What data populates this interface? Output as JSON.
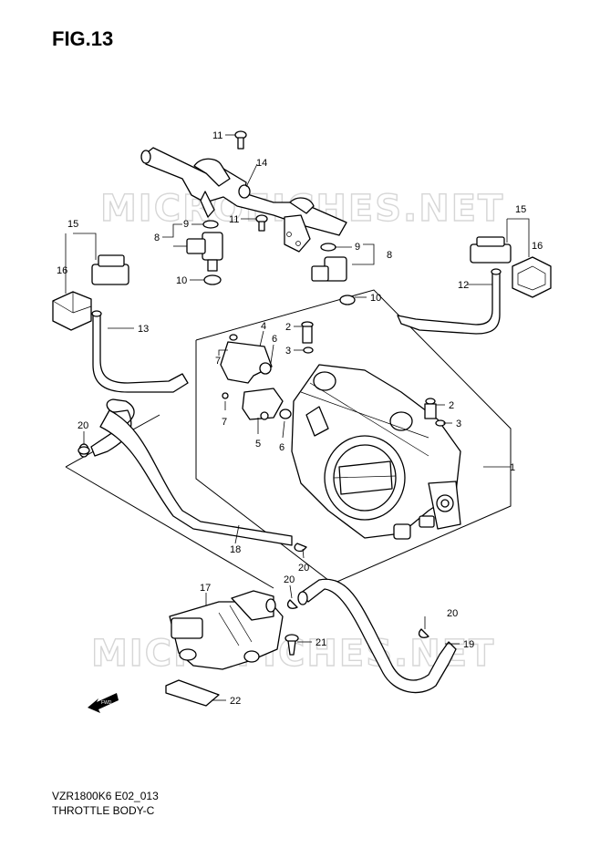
{
  "figure": {
    "title": "FIG.13",
    "code": "VZR1800K6 E02_013",
    "name": "THROTTLE BODY-C"
  },
  "watermark": {
    "text": "MICROFICHES.NET"
  },
  "callouts": [
    {
      "id": "c11a",
      "text": "11"
    },
    {
      "id": "c14",
      "text": "14"
    },
    {
      "id": "c11b",
      "text": "11"
    },
    {
      "id": "c9a",
      "text": "9"
    },
    {
      "id": "c8a",
      "text": "8"
    },
    {
      "id": "c10a",
      "text": "10"
    },
    {
      "id": "c9b",
      "text": "9"
    },
    {
      "id": "c8b",
      "text": "8"
    },
    {
      "id": "c10b",
      "text": "10"
    },
    {
      "id": "c15a",
      "text": "15"
    },
    {
      "id": "c16a",
      "text": "16"
    },
    {
      "id": "c13",
      "text": "13"
    },
    {
      "id": "c15b",
      "text": "15"
    },
    {
      "id": "c16b",
      "text": "16"
    },
    {
      "id": "c12",
      "text": "12"
    },
    {
      "id": "c4",
      "text": "4"
    },
    {
      "id": "c6a",
      "text": "6"
    },
    {
      "id": "c7a",
      "text": "7"
    },
    {
      "id": "c2a",
      "text": "2"
    },
    {
      "id": "c3a",
      "text": "3"
    },
    {
      "id": "c7b",
      "text": "7"
    },
    {
      "id": "c5",
      "text": "5"
    },
    {
      "id": "c6b",
      "text": "6"
    },
    {
      "id": "c2b",
      "text": "2"
    },
    {
      "id": "c3b",
      "text": "3"
    },
    {
      "id": "c1",
      "text": "1"
    },
    {
      "id": "c20a",
      "text": "20"
    },
    {
      "id": "c18",
      "text": "18"
    },
    {
      "id": "c20b",
      "text": "20"
    },
    {
      "id": "c20c",
      "text": "20"
    },
    {
      "id": "c17",
      "text": "17"
    },
    {
      "id": "c20d",
      "text": "20"
    },
    {
      "id": "c21",
      "text": "21"
    },
    {
      "id": "c19",
      "text": "19"
    },
    {
      "id": "c22",
      "text": "22"
    }
  ],
  "fwd_label": "FWD"
}
